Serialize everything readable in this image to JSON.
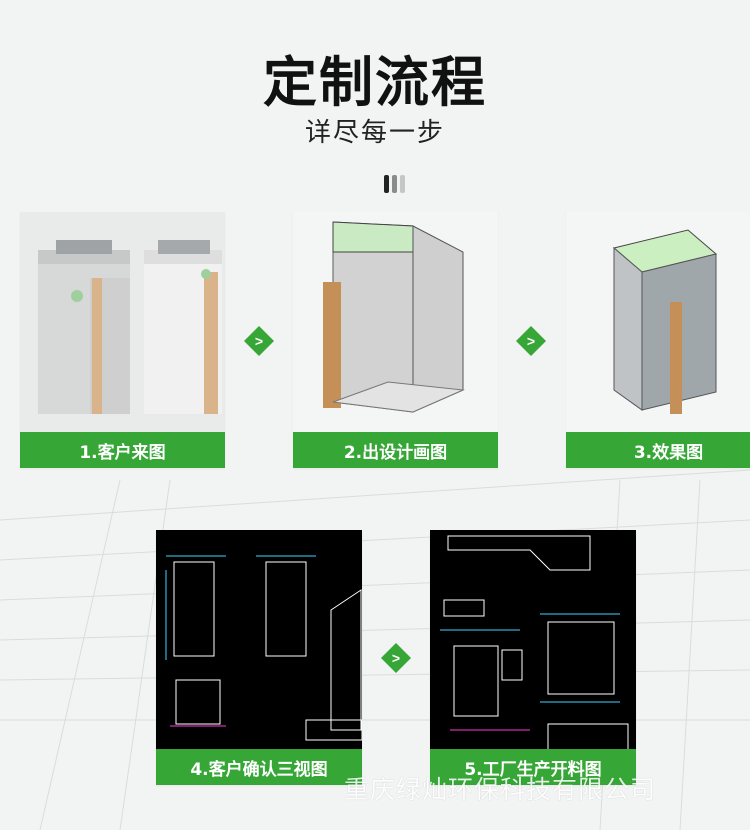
{
  "header": {
    "title": "定制流程",
    "subtitle": "详尽每一步"
  },
  "steps": [
    {
      "label": "1.客户来图"
    },
    {
      "label": "2.出设计画图"
    },
    {
      "label": "3.效果图"
    },
    {
      "label": "4.客户确认三视图"
    },
    {
      "label": "5.工厂生产开料图"
    }
  ],
  "arrow_symbol": ">",
  "watermark": "重庆绿灿环保科技有限公司",
  "colors": {
    "accent_green": "#36a637",
    "cad_bg": "#000000"
  }
}
